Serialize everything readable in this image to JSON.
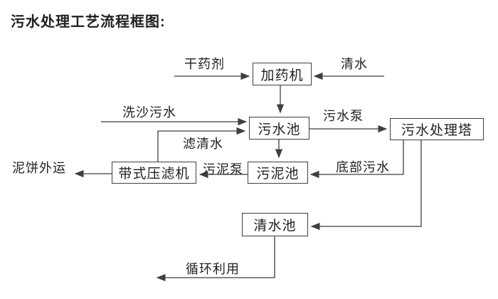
{
  "title": "污水处理工艺流程框图:",
  "colors": {
    "background": "#ffffff",
    "line": "#3f3f3f",
    "text": "#1f1f1f",
    "box_border": "#3f3f3f",
    "box_fill": "#ffffff"
  },
  "nodes": [
    {
      "id": "dosing-machine",
      "label": "加药机"
    },
    {
      "id": "sewage-pool",
      "label": "污水池"
    },
    {
      "id": "treatment-tower",
      "label": "污水处理塔"
    },
    {
      "id": "belt-filter-press",
      "label": "带式压滤机"
    },
    {
      "id": "sludge-pool",
      "label": "污泥池"
    },
    {
      "id": "clean-water-pool",
      "label": "清水池"
    }
  ],
  "edge_labels": [
    {
      "id": "dry-agent",
      "label": "干药剂"
    },
    {
      "id": "clean-water-in",
      "label": "清水"
    },
    {
      "id": "sand-washing-sewage",
      "label": "洗沙污水"
    },
    {
      "id": "sewage-pump",
      "label": "污水泵"
    },
    {
      "id": "filtered-water",
      "label": "滤清水"
    },
    {
      "id": "mud-cake-out",
      "label": "泥饼外运"
    },
    {
      "id": "sludge-pump",
      "label": "污泥泵"
    },
    {
      "id": "bottom-sewage",
      "label": "底部污水"
    },
    {
      "id": "recycle-reuse",
      "label": "循环利用"
    }
  ]
}
